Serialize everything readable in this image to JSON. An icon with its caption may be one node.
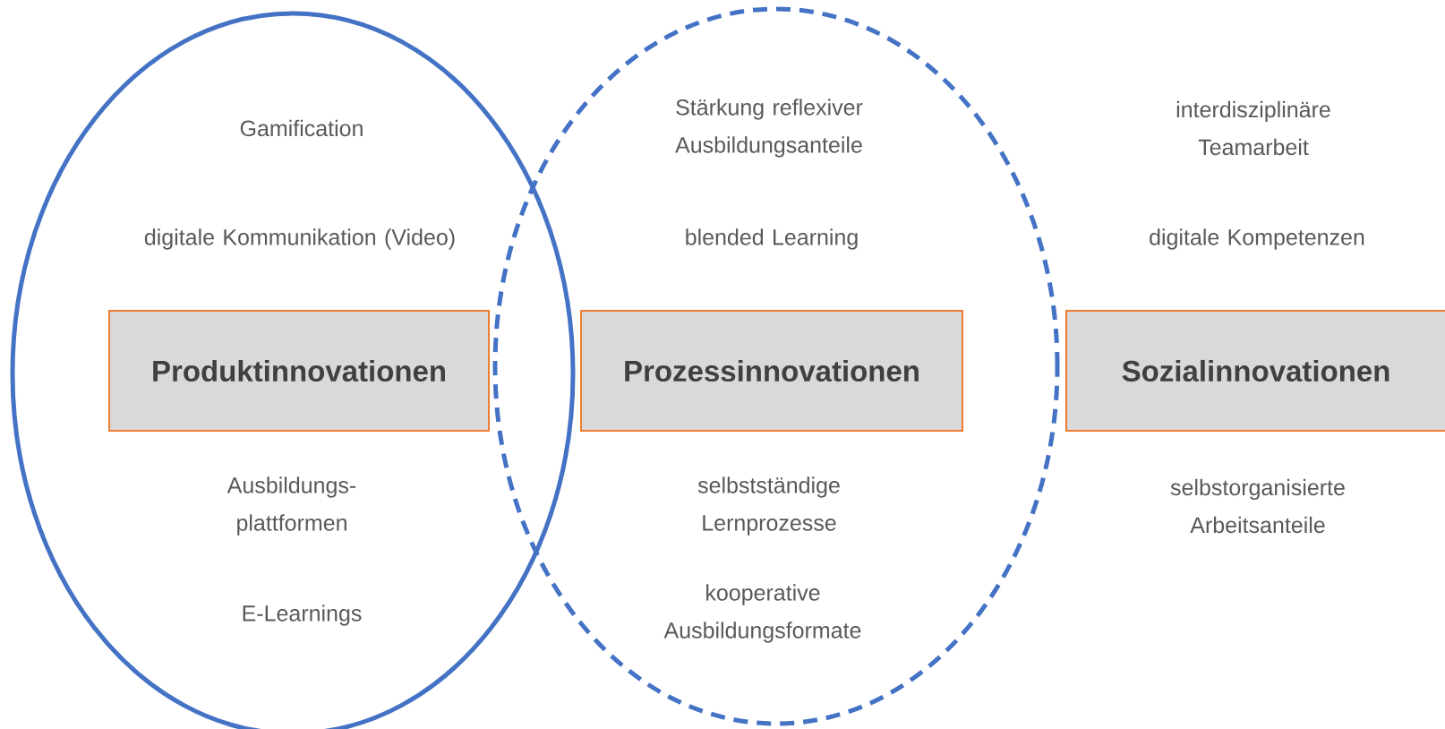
{
  "diagram": {
    "nodes": [
      {
        "text": [
          "Gamification",
          "digitale Kommunikation (Video)",
          "Ausbildungs- plattformen",
          "E-Learnings"
        ]
      },
      {
        "text": [
          "Stärkung reflexiver Ausbildungsanteile",
          "blended Learning",
          "selbstständige Lernprozesse",
          "kooperative Ausbildungsformate"
        ]
      },
      {
        "text": [
          "Produktinnovationen"
        ],
        "in": 0
      },
      {
        "text": [
          "Prozessinnovationen"
        ],
        "in": 1
      },
      {
        "text": [
          "Sozialinnovationen"
        ]
      }
    ],
    "labels": [
      "interdisziplinäre Teamarbeit",
      "digitale Kompetenzen",
      "selbstorganisierte Arbeitsanteile"
    ]
  }
}
